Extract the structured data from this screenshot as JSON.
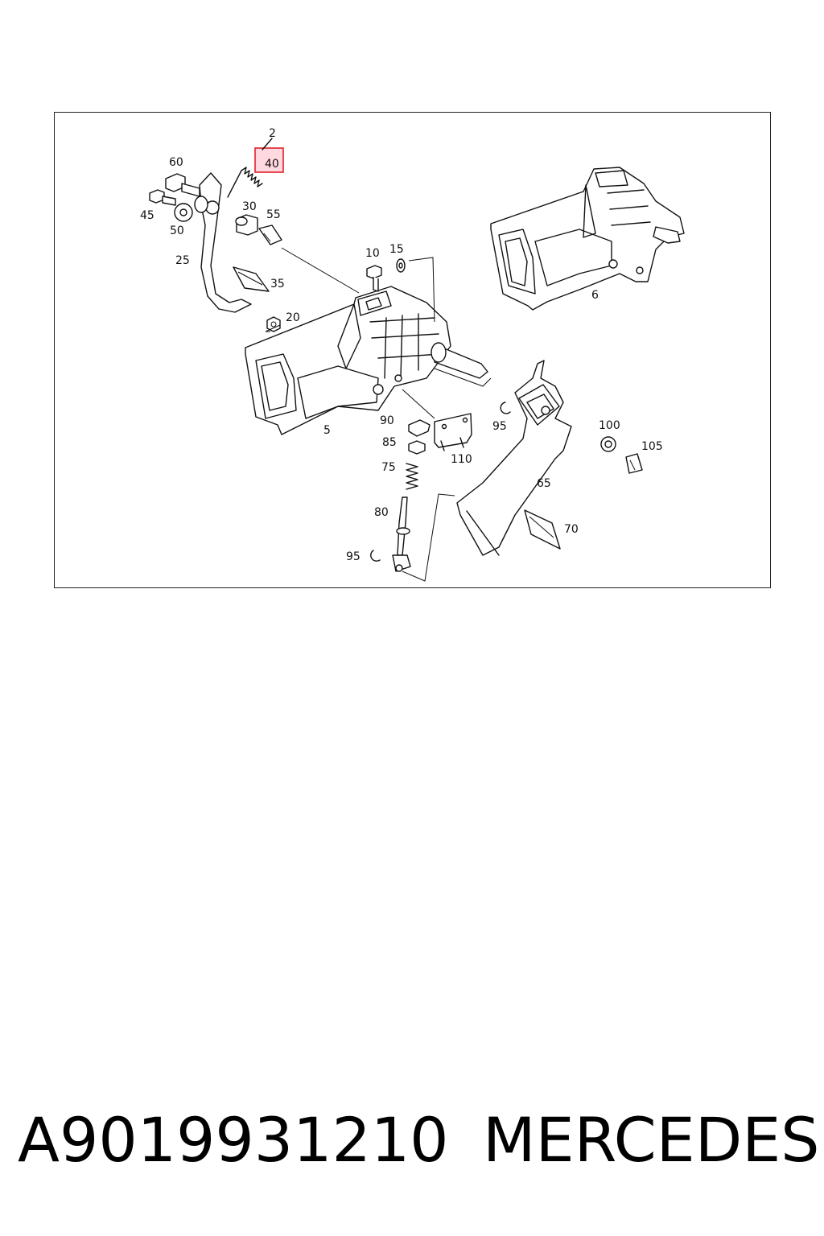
{
  "diagram": {
    "labels": [
      "2",
      "40",
      "60",
      "45",
      "50",
      "30",
      "55",
      "25",
      "35",
      "10",
      "15",
      "20",
      "5",
      "6",
      "90",
      "85",
      "75",
      "80",
      "95",
      "110",
      "95",
      "100",
      "105",
      "65",
      "70"
    ],
    "highlighted_label": "40",
    "highlight_color": "#e0202a"
  },
  "footer": {
    "part_number": "A9019931210",
    "brand": "MERCEDES"
  }
}
